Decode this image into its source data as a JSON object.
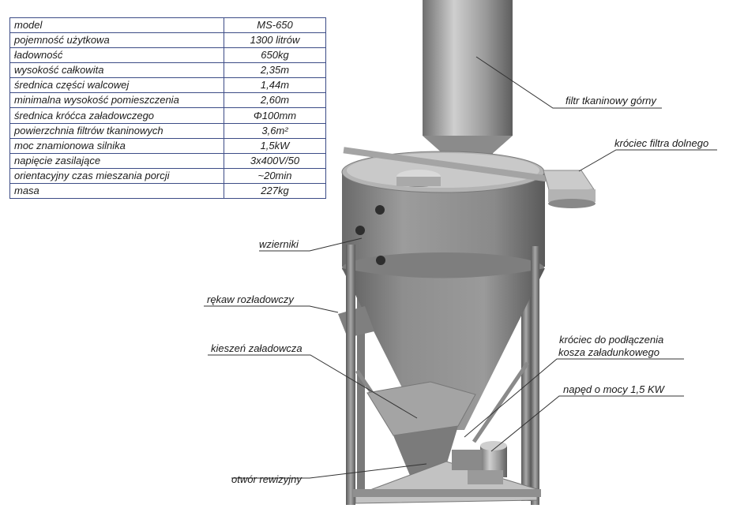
{
  "specs": {
    "rows": [
      {
        "param": "model",
        "value": "MS-650"
      },
      {
        "param": "pojemność użytkowa",
        "value": "1300 litrów"
      },
      {
        "param": "ładowność",
        "value": "650kg"
      },
      {
        "param": "wysokość całkowita",
        "value": "2,35m"
      },
      {
        "param": "średnica części walcowej",
        "value": "1,44m"
      },
      {
        "param": "minimalna wysokość pomieszczenia",
        "value": "2,60m"
      },
      {
        "param": "średnica króćca załadowczego",
        "value": "Φ100mm"
      },
      {
        "param": "powierzchnia filtrów tkaninowych",
        "value": "3,6m²"
      },
      {
        "param": "moc znamionowa silnika",
        "value": "1,5kW"
      },
      {
        "param": "napięcie zasilające",
        "value": "3x400V/50"
      },
      {
        "param": "orientacyjny czas mieszania porcji",
        "value": "~20min"
      },
      {
        "param": "masa",
        "value": "227kg"
      }
    ]
  },
  "callouts": {
    "filter_top": "filtr tkaninowy górny",
    "filter_bottom": "króciec filtra dolnego",
    "sight_glasses": "wzierniki",
    "unload_sleeve": "rękaw rozładowczy",
    "load_pocket": "kieszeń załadowcza",
    "hopper_line1": "króciec do podłączenia",
    "hopper_line2": "kosza  załadunkowego",
    "drive": "napęd o mocy 1,5 KW",
    "inspection": "otwór rewizyjny"
  }
}
